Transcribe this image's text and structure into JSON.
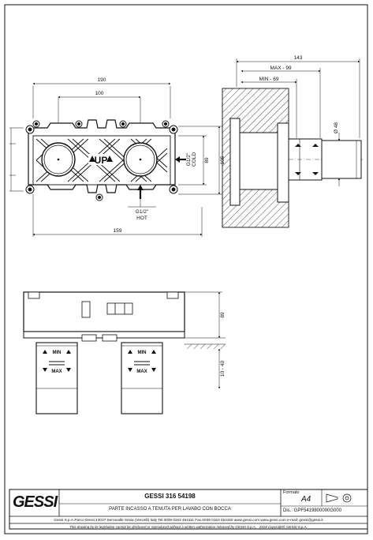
{
  "top_view": {
    "dims": {
      "w190": "190",
      "w100": "100",
      "w159": "159",
      "h89": "89",
      "h105": "105"
    },
    "cold_label_line1": "G1/2\"",
    "cold_label_line2": "COLD",
    "hot_label_line1": "G1/2\"",
    "hot_label_line2": "HOT",
    "up_label": "UP"
  },
  "side_view": {
    "dims": {
      "total": "143",
      "max": "MAX - 99",
      "min": "MIN - 69",
      "dia": "Ø 48"
    }
  },
  "front_view": {
    "dims": {
      "h89": "89",
      "range": "10 - 40"
    },
    "sleeve_min": "MIN",
    "sleeve_max": "MAX"
  },
  "title_block": {
    "logo": "GESSI",
    "product_code": "GESSI 316 54198",
    "description": "PARTE INCASSO A TENUTA PER LAVABO CON BOCCA",
    "formato_label": "Formato",
    "formato_value": "A4",
    "drawing_number": "Dis.: GPF5419800000G000",
    "address": "Gessi S.p.A.Parco Gessi,13037 Serravalle Sesia (Vercelli) Italy Tel.0039 0163 454111 Fax.0039 0163 453150 www.gessi.com www.gessi.com e-mail: gessi@gessi.it",
    "copyright": "This drawing by its legislation cannot be disclosed or reproduced without a written authorization released by GESSI S.p.A. - 2018 Copyright© GESSI S.p.A."
  }
}
